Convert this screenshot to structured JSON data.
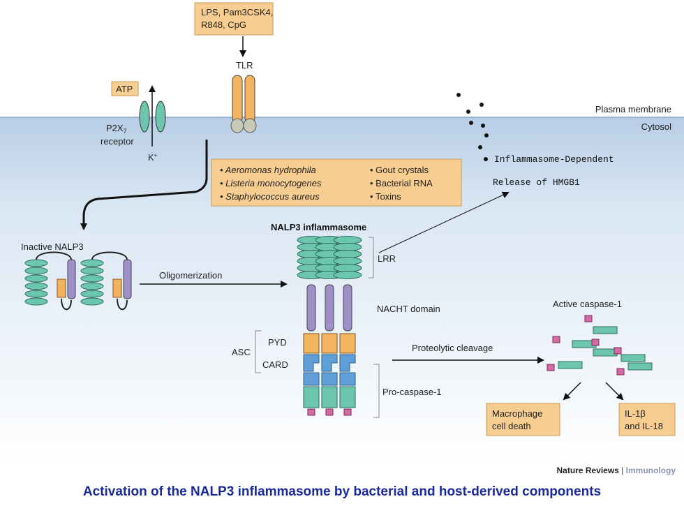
{
  "ligand_box": {
    "line1": "LPS, Pam3CSK4,",
    "line2": "R848, CpG"
  },
  "tlr_label": "TLR",
  "atp_label": "ATP",
  "plasma_membrane_label": "Plasma membrane",
  "cytosol_label": "Cytosol",
  "p2x7": {
    "line1": "P2X",
    "sub": "7",
    "line2": "receptor",
    "k": "K",
    "k_sup": "+"
  },
  "hmgb1": {
    "line1": "Inflammasome-Dependent",
    "line2": "Release of HMGB1"
  },
  "activators": {
    "left": [
      "Aeromonas hydrophila",
      "Listeria monocytogenes",
      "Staphylococcus aureus"
    ],
    "right": [
      "Gout crystals",
      "Bacterial RNA",
      "Toxins"
    ]
  },
  "inactive_nalp3": "Inactive NALP3",
  "oligomerization": "Oligomerization",
  "nalp3_inflammasome": "NALP3 inflammasome",
  "lrr": "LRR",
  "nacht": "NACHT domain",
  "asc": "ASC",
  "pyd": "PYD",
  "card": "CARD",
  "pro_caspase": "Pro-caspase-1",
  "proteolytic": "Proteolytic cleavage",
  "active_caspase": "Active caspase-1",
  "macrophage": {
    "line1": "Macrophage",
    "line2": "cell death"
  },
  "il": {
    "line1": "IL-1β",
    "line2": "and IL-18"
  },
  "credit": {
    "journal": "Nature Reviews",
    "sep": " | ",
    "section": "Immunology"
  },
  "caption": "Activation of the NALP3 inflammasome by bacterial and host-derived components",
  "colors": {
    "orange": "#f3b35f",
    "box": "#f7cd92",
    "teal": "#6cc5ad",
    "purple": "#9f8fc8",
    "blue": "#5f9fd8",
    "pink": "#d66aa4",
    "cytosol": "#d5e3f1"
  }
}
